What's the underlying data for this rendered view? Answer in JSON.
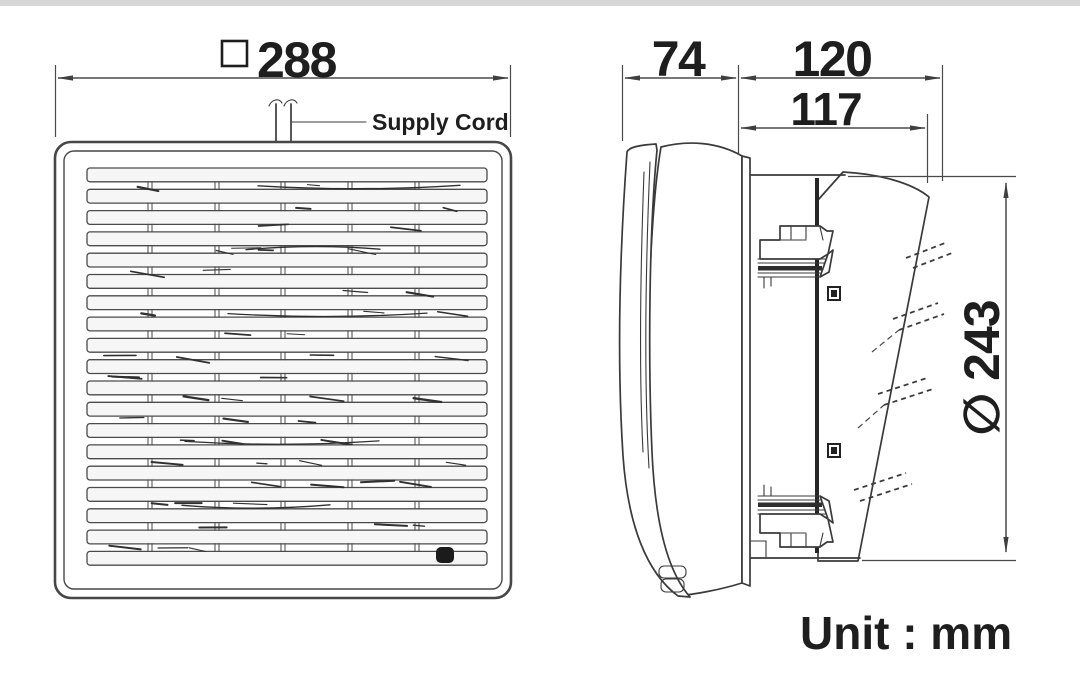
{
  "front_view": {
    "width_dimension": {
      "symbol": "□",
      "value": "288"
    },
    "supply_cord_label": "Supply Cord"
  },
  "side_view": {
    "front_depth": "74",
    "overall_rear_depth": "120",
    "duct_depth": "117",
    "shutter_diameter": "∅ 243"
  },
  "unit_note": "Unit : mm",
  "colors": {
    "line": "#3a3a3a",
    "dimension": "#4a4a4a",
    "text": "#1e1e1e",
    "background": "#ffffff",
    "edge_band": "#d6d6d6"
  }
}
